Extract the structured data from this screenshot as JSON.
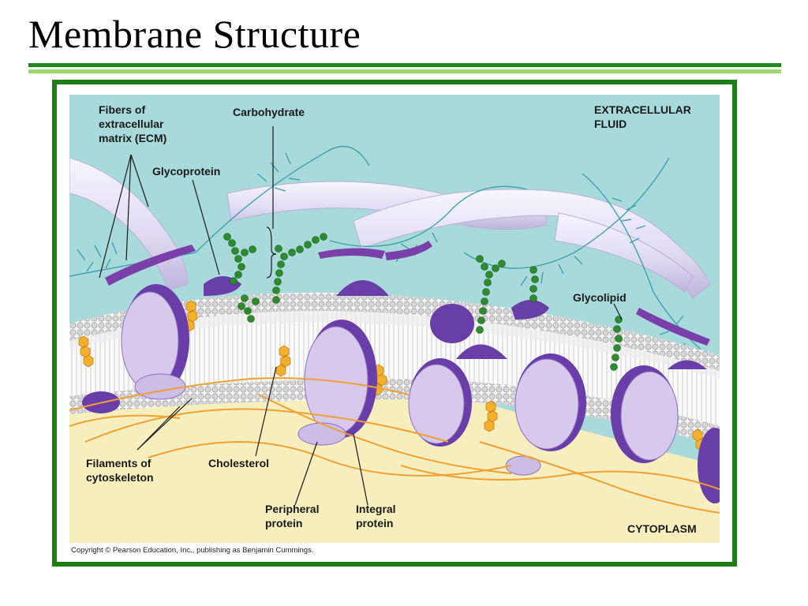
{
  "slide": {
    "title": "Membrane Structure"
  },
  "diagram": {
    "labels": {
      "fibers_ecm": [
        "Fibers of",
        "extracellular",
        "matrix (ECM)"
      ],
      "carbohydrate": "Carbohydrate",
      "extracellular_fluid": [
        "EXTRACELLULAR",
        "FLUID"
      ],
      "glycoprotein": "Glycoprotein",
      "glycolipid": "Glycolipid",
      "filaments": [
        "Filaments of",
        "cytoskeleton"
      ],
      "cholesterol": "Cholesterol",
      "peripheral": [
        "Peripheral",
        "protein"
      ],
      "integral": [
        "Integral",
        "protein"
      ],
      "cytoplasm": "CYTOPLASM"
    },
    "copyright": "Copyright © Pearson Education, Inc., publishing as Benjamin Cummings."
  },
  "colors": {
    "title_rule": "#1f8a1f",
    "title_rule_light": "#9ed66e",
    "frame": "#1e7d14",
    "extracellular": "#a8d9db",
    "cytoplasm": "#f7eebe",
    "protein_light": "#d6c9ec",
    "protein_dark": "#6a3ea8",
    "carbohydrate": "#2e8a2e",
    "cholesterol": "#f2b02e",
    "ecm_fiber": "#e8e4f6",
    "cytoskeleton": "#f0a030"
  }
}
